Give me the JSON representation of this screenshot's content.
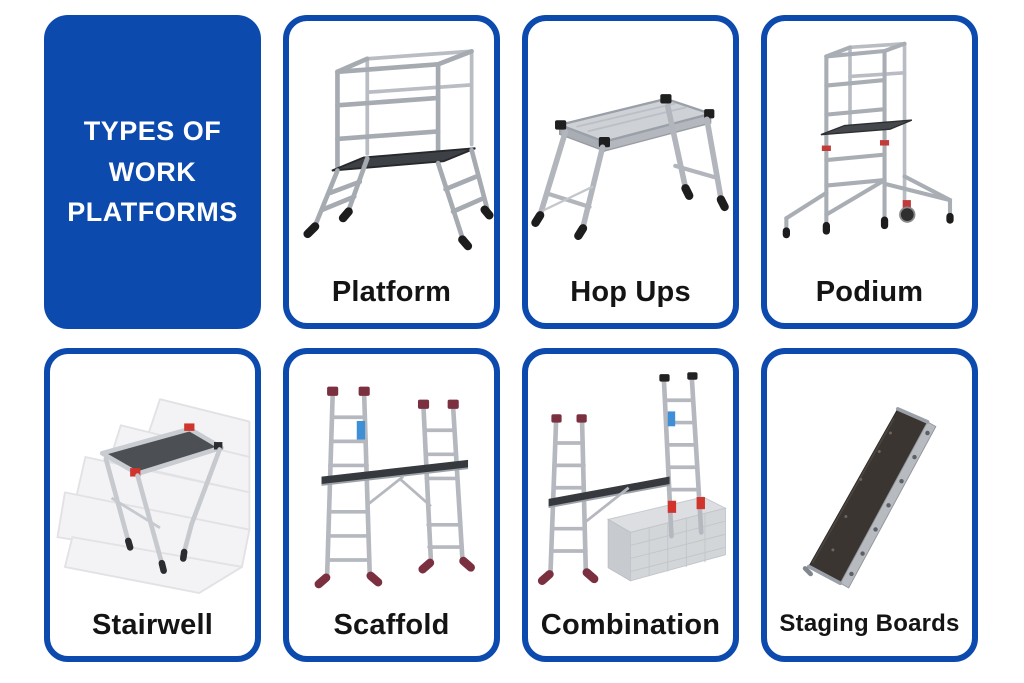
{
  "theme": {
    "accent_blue": "#0d4aad",
    "card_background": "#ffffff",
    "page_background": "#ffffff",
    "label_color": "#141414",
    "title_color": "#ffffff"
  },
  "title_card": {
    "text": "TYPES OF WORK PLATFORMS"
  },
  "cards": [
    {
      "label": "Platform",
      "image": "platform-work-platform-photo"
    },
    {
      "label": "Hop Ups",
      "image": "hop-up-bench-photo"
    },
    {
      "label": "Podium",
      "image": "podium-steps-photo"
    },
    {
      "label": "Stairwell",
      "image": "stairwell-platform-photo"
    },
    {
      "label": "Scaffold",
      "image": "scaffold-tower-photo"
    },
    {
      "label": "Combination",
      "image": "combination-ladder-scaffold-photo"
    },
    {
      "label": "Staging Boards",
      "image": "staging-board-photo"
    }
  ]
}
